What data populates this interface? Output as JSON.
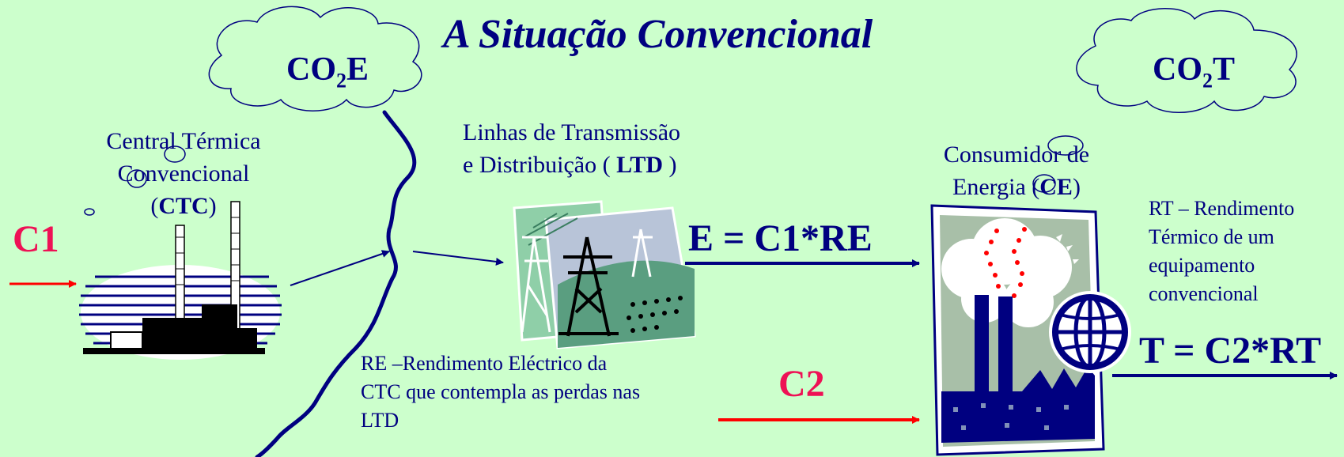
{
  "title": "A Situação Convencional",
  "cloud_left": {
    "prefix": "CO",
    "sub": "2",
    "suffix": "E"
  },
  "cloud_right": {
    "prefix": "CO",
    "sub": "2",
    "suffix": "T"
  },
  "ctc": {
    "line1": "Central Térmica",
    "line2": "Convencional",
    "line3_pre": "(",
    "line3_bold": "CTC",
    "line3_post": ")"
  },
  "ltd": {
    "line1": "Linhas de Transmissão",
    "line2_pre": "e Distribuição ( ",
    "line2_bold": "LTD",
    "line2_post": " )"
  },
  "ce": {
    "line1": "Consumidor de",
    "line2_pre": "Energia (",
    "line2_bold": "CE",
    "line2_post": ")"
  },
  "c1": "C1",
  "c2": "C2",
  "eq_e": "E = C1*RE",
  "eq_t": "T = C2*RT",
  "re_note": [
    "RE –Rendimento Eléctrico da",
    "CTC que contempla as perdas nas",
    "LTD"
  ],
  "rt_note": [
    "RT – Rendimento",
    "Térmico de um",
    "equipamento",
    "convencional"
  ],
  "colors": {
    "background": "#ccffcc",
    "navy": "#000080",
    "red_arrow": "#ff0000",
    "red_text": "#ee1155"
  }
}
